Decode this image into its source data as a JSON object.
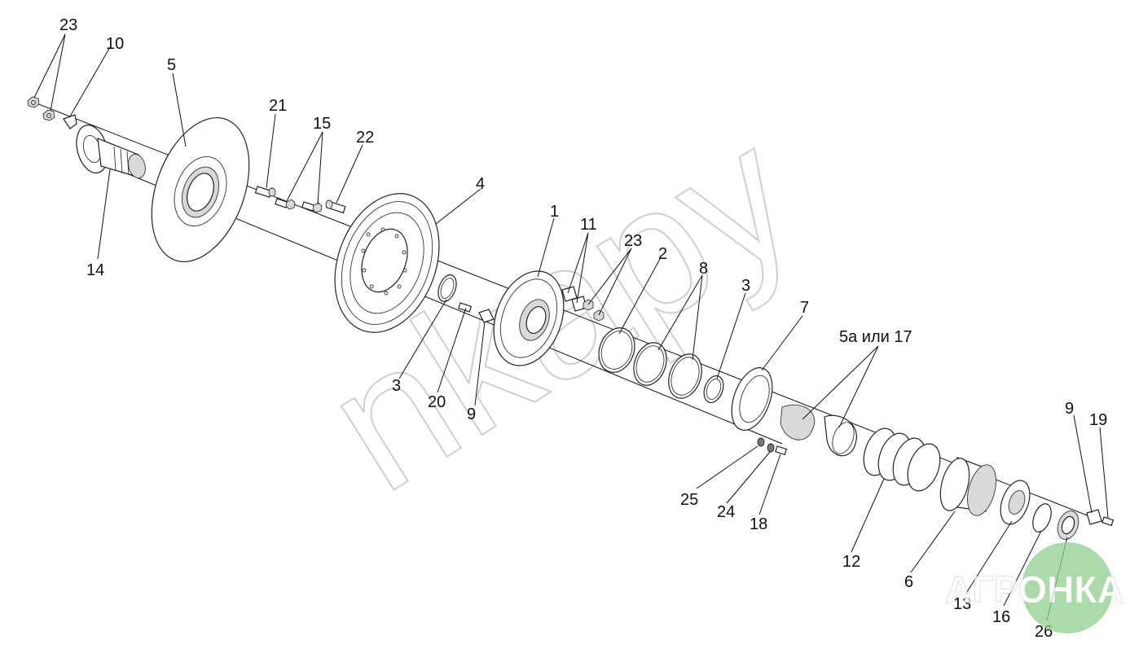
{
  "labels": {
    "l23a": "23",
    "l10": "10",
    "l5": "5",
    "l21": "21",
    "l15": "15",
    "l22": "22",
    "l14": "14",
    "l4": "4",
    "l1": "1",
    "l11": "11",
    "l23b": "23",
    "l2": "2",
    "l8": "8",
    "l3a": "3",
    "l7": "7",
    "l5a17": "5а или 17",
    "l3b": "3",
    "l20": "20",
    "l9a": "9",
    "l9b": "9",
    "l19": "19",
    "l25": "25",
    "l24": "24",
    "l18": "18",
    "l12": "12",
    "l6": "6",
    "l13": "13",
    "l16": "16",
    "l26": "26"
  },
  "watermark": "nkapy",
  "logo": {
    "text": "АГРОНКА",
    "color": "#8fcf8f"
  }
}
